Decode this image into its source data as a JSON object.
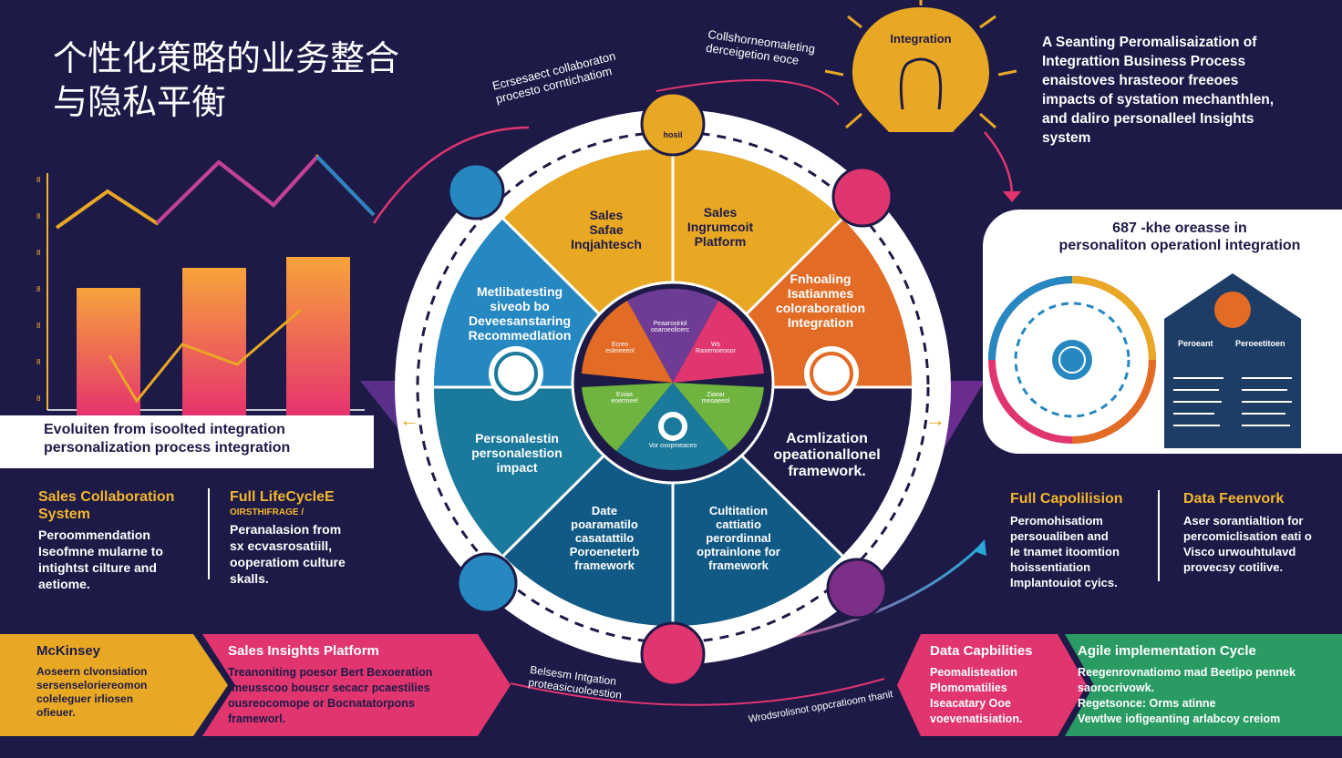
{
  "title": "个性化策略的业务整合\n与隐私平衡",
  "top_right": {
    "lines": [
      "A Seanting Peromalisaization of",
      "Integrattion Business Process",
      "enaistoves hrasteoor freeoes",
      "impacts of systation mechanthlen,",
      "and daliro personalleel Insights",
      "system"
    ]
  },
  "integration_bulb": {
    "label": "Integration"
  },
  "arc_labels": {
    "top_left": "Ecrsesaect collaboraton\nprocesto corntichatiom",
    "top_center": "Collshorneomaleting\nderceigetion eoce",
    "bottom_center": "Belsesm Intgation\nproteasicuoloestion",
    "bottom_right": "Wrodsrolisnot oppcratioom thanit"
  },
  "left_band": {
    "line1": "Evoluiten from isoolted integration",
    "line2": "personalization process integration"
  },
  "left_columns": [
    {
      "title": "Sales Collaboration\nSystem",
      "subtitle": "",
      "body": "Peroommendation\nIseofmne mularne to\nintightst cilture and\naetiome."
    },
    {
      "title": "Full LifeCycleE",
      "subtitle": "OIRSTHIFRAGE /",
      "body": "Peranalasion from\nsx ecvasrosatiill,\nooperatiom culture\nskalls."
    }
  ],
  "wheel": {
    "sectors": {
      "top_left": "Sales\nSafae\nInqjahtesch",
      "top_right": "Sales\nIngrumcoit\nPlatform",
      "upper_left": "Metlibatesting\nsiveob bo\nDeveesanstaring\nRecommedlation",
      "upper_right": "Fnhoaling\nIsatianmes\ncoloraboration\nIntegration",
      "lower_left": "Personalestin\npersonalestion\nimpact",
      "lower_right": "Acmlization\nopeationallonel\nframework.",
      "bottom_left": "Date\npoaramatilo\ncasatattilo\nPoroeneterb\nframework",
      "bottom_right": "Cultitation\ncattiatio\nperordinnal\noptrainlone for\nframework"
    },
    "inner": [
      "Peaaroxiriol\nooaroeolicerc",
      "Ws\nRaxemoeooor",
      "Ecreo\nesleieeeol",
      "Eoiaa\neoerroeel",
      "Ziaear\nmeoaeeol",
      "Vor oxopmeaceo"
    ],
    "hub_label": "hosil"
  },
  "right_panel": {
    "headline_1": "687 -khe oreasse in",
    "headline_2": "personaliton operationl integration",
    "house_cols": [
      "Peroeant",
      "Peroeetitoen"
    ]
  },
  "right_columns": [
    {
      "title": "Full Capolilision",
      "body": "Peromohisatiom\npersoualiben and\nIe tnamet itoomtion\nhoissentiation\nImplantouiot cyics."
    },
    {
      "title": "Data Feenvork",
      "body": "Aser sorantialtion for\npercomiclisation eati o\nVisco urwouhtulavd\nprovecsy cotilive."
    }
  ],
  "bottom": [
    {
      "title": "McKinsey",
      "body": "Aoseern clvonsiation\nsersenseloriereomon\ncoleleguer irliosen\nofieuer."
    },
    {
      "title": "Sales Insights Platform",
      "body": "Treanoniting poesor Bert Bexoeration\ntmeusscoo bouscr secacr pcaestilies\nousreocomope or Bocnatatorpons\nframeworl."
    },
    {
      "title": "Data Capbilities",
      "body": "Peomalisteation\nPlomomatilies\nIseacatary Ooe\nvoevenatisiation."
    },
    {
      "title": "Agile implementation Cycle",
      "body": "Reegenrovnatiomo mad Beetipo pennek\nsaorocrivowk.\nRegetsonce: Orms atinne\nVewtlwe iofigeanting arlabcoy creiom"
    }
  ],
  "colors": {
    "navy": "#1d1a47",
    "yellow": "#f3b62b",
    "orange": "#e26b25",
    "blue": "#2688c0",
    "teal": "#1b7a9b",
    "magenta": "#e0356f",
    "purple": "#6f3c95",
    "green": "#2a9c63",
    "gold": "#e8a824"
  }
}
